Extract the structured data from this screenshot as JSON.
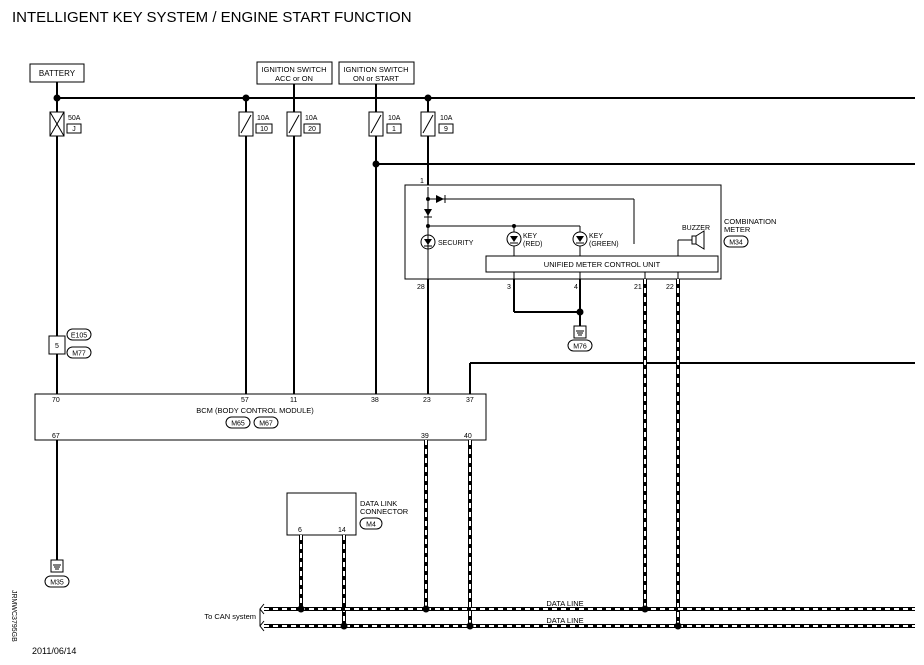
{
  "title": "INTELLIGENT KEY SYSTEM / ENGINE START FUNCTION",
  "date": "2011/06/14",
  "figure_id": "JRMWC3795GB",
  "sources": {
    "battery": "BATTERY",
    "ign_acc_line1": "IGNITION SWITCH",
    "ign_acc_line2": "ACC or ON",
    "ign_on_line1": "IGNITION SWITCH",
    "ign_on_line2": "ON or START"
  },
  "fuses": [
    {
      "amps": "50A",
      "id": "J"
    },
    {
      "amps": "10A",
      "id": "10"
    },
    {
      "amps": "10A",
      "id": "20"
    },
    {
      "amps": "10A",
      "id": "1"
    },
    {
      "amps": "10A",
      "id": "9"
    }
  ],
  "connectors": {
    "joint_pin": "5",
    "joint_upper": "E105",
    "joint_lower": "M77",
    "ground_meter": "M76",
    "ground_bcm": "M35",
    "meter": "M34",
    "bcm_a": "M65",
    "bcm_b": "M67",
    "dlc": "M4"
  },
  "combination_meter": {
    "label_line1": "COMBINATION",
    "label_line2": "METER",
    "unit": "UNIFIED METER CONTROL UNIT",
    "security": "SECURITY",
    "key_red_line1": "KEY",
    "key_red_line2": "(RED)",
    "key_green_line1": "KEY",
    "key_green_line2": "(GREEN)",
    "buzzer": "BUZZER",
    "pins": {
      "p1": "1",
      "p28": "28",
      "p3": "3",
      "p4": "4",
      "p21": "21",
      "p22": "22"
    }
  },
  "bcm": {
    "label": "BCM (BODY CONTROL MODULE)",
    "pins_top": {
      "p70": "70",
      "p57": "57",
      "p11": "11",
      "p38": "38",
      "p23": "23",
      "p37": "37"
    },
    "pins_bottom": {
      "p67": "67",
      "p39": "39",
      "p40": "40"
    }
  },
  "dlc": {
    "label_line1": "DATA LINK",
    "label_line2": "CONNECTOR",
    "pin6": "6",
    "pin14": "14"
  },
  "can": {
    "to_can": "To CAN system",
    "data_line_1": "DATA LINE",
    "data_line_2": "DATA LINE"
  }
}
